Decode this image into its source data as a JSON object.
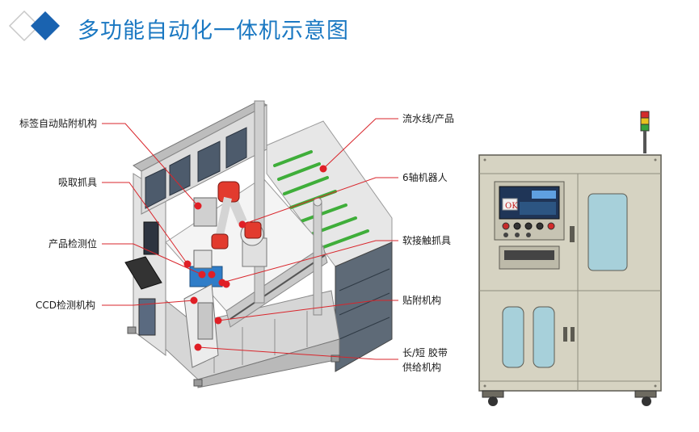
{
  "header": {
    "title": "多功能自动化一体机示意图"
  },
  "labels_left": [
    {
      "id": "label-agent",
      "text": "标签自动贴附机构"
    },
    {
      "id": "suction-gripper",
      "text": "吸取抓具"
    },
    {
      "id": "product-inspection",
      "text": "产品检测位"
    },
    {
      "id": "ccd-inspection",
      "text": "CCD检测机构"
    }
  ],
  "labels_right": [
    {
      "id": "conveyor-product",
      "text": "流水线/产品"
    },
    {
      "id": "six-axis-robot",
      "text": "6轴机器人"
    },
    {
      "id": "soft-contact-gripper",
      "text": "软接触抓具"
    },
    {
      "id": "attach-mechanism",
      "text": "贴附机构"
    },
    {
      "id": "tape-supply",
      "text": "长/短 胶带",
      "text2": "供给机构"
    }
  ],
  "screen": {
    "ok_text": "OK"
  },
  "colors": {
    "title": "#1a78c2",
    "leader": "#d9252b",
    "cabinet": "#d6d3c2",
    "conveyor_slat": "#3fae3a"
  }
}
